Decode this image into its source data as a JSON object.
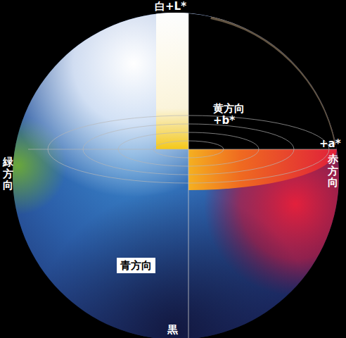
{
  "diagram": {
    "nodes": [
      {
        "text": [
          "青方向"
        ]
      }
    ],
    "labels": [
      "白+L*",
      "黄方向 +b*",
      "+a*",
      "赤方向",
      "緑方向",
      "黒"
    ]
  }
}
